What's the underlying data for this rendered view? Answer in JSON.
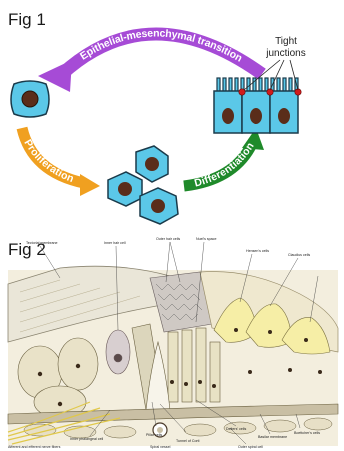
{
  "figure1": {
    "label": "Fig 1",
    "arrows": {
      "emt": "Epithelial-mesenchymal transition",
      "proliferation": "Proliferation",
      "differentiation": "Differentiation"
    },
    "tight_junctions_label": [
      "Tight",
      "junctions"
    ],
    "colors": {
      "cell_fill": "#5bc8e8",
      "nucleus": "#5a2d1a",
      "emt_arrow": "#a64bd6",
      "proliferation_arrow": "#f0a020",
      "differentiation_arrow": "#1f8a2a",
      "junction_dot": "#d11c1c"
    }
  },
  "figure2": {
    "label": "Fig 2",
    "annotations": [
      "Tectorial membrane",
      "Inner hair cell",
      "Outer hair cells",
      "Nuel's space",
      "Hensen's cells",
      "Claudius cells",
      "Inner phalangeal cell",
      "Pillar cells",
      "Tunnel of Corti",
      "Spiral vessel",
      "Deiters' cells",
      "Basilar membrane",
      "Boettcher's cells",
      "Outer spiral cell",
      "Afferent and efferent nerve fibers"
    ]
  }
}
